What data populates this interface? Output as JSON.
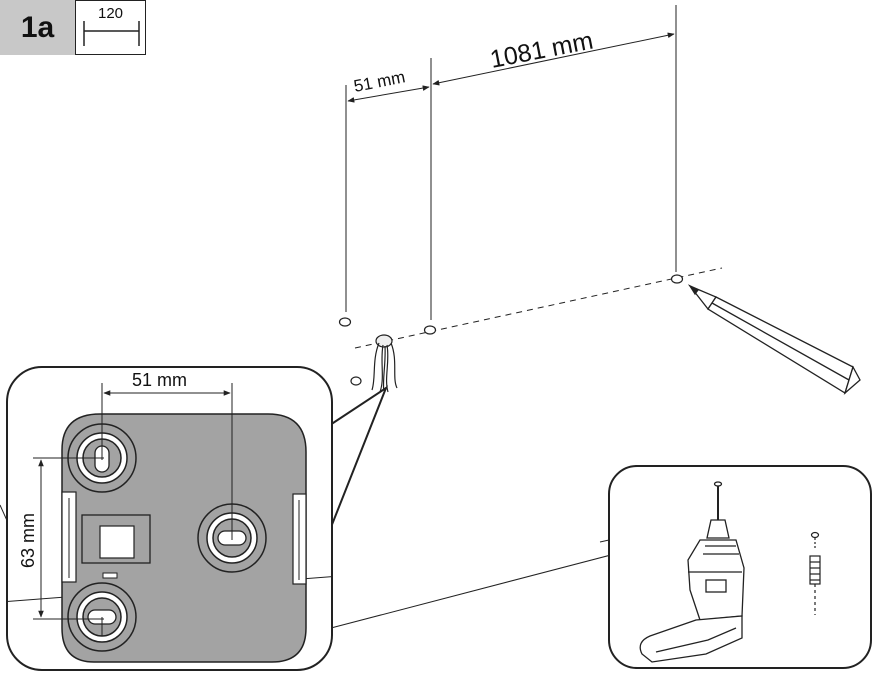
{
  "step": {
    "label": "1a"
  },
  "tool": {
    "size": "120"
  },
  "dimensions": {
    "wall_gap": "51 mm",
    "wall_span": "1081 mm",
    "plate_horizontal": "51 mm",
    "plate_vertical": "63 mm"
  },
  "colors": {
    "plate": "#a3a3a3",
    "badge": "#c8c8c8",
    "line": "#222222"
  },
  "icons": [
    "pencil-icon",
    "drill-icon",
    "screw-icon",
    "wall-plug-icon",
    "cable-bundle-icon"
  ]
}
